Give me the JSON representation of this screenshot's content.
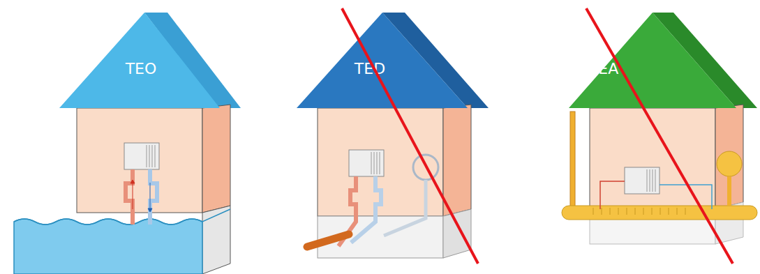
{
  "diagram": {
    "nodes": [
      {
        "text": [
          "TEO"
        ]
      },
      {
        "text": [
          "TED"
        ]
      },
      {
        "text": [
          "TEA"
        ]
      }
    ]
  }
}
